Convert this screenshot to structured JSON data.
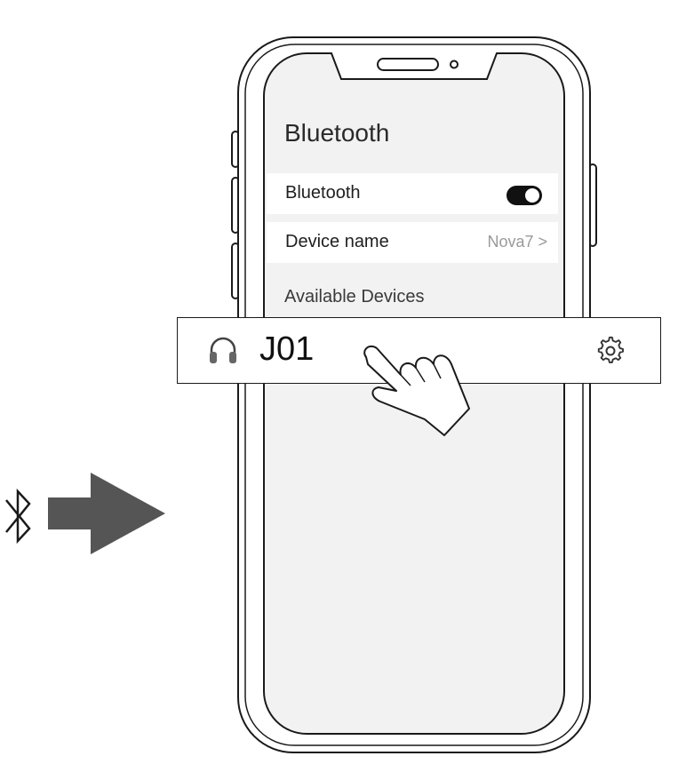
{
  "screen": {
    "title": "Bluetooth",
    "bluetooth_label": "Bluetooth",
    "bluetooth_on": true,
    "device_name_label": "Device name",
    "device_name_value": "Nova7 >",
    "available_label": "Available Devices"
  },
  "device": {
    "name": "J01",
    "icon": "headphones-icon",
    "action_icon": "gear-icon"
  },
  "colors": {
    "screen_bg": "#f2f2f2",
    "outline": "#1a1a1a",
    "arrow": "#555555"
  }
}
